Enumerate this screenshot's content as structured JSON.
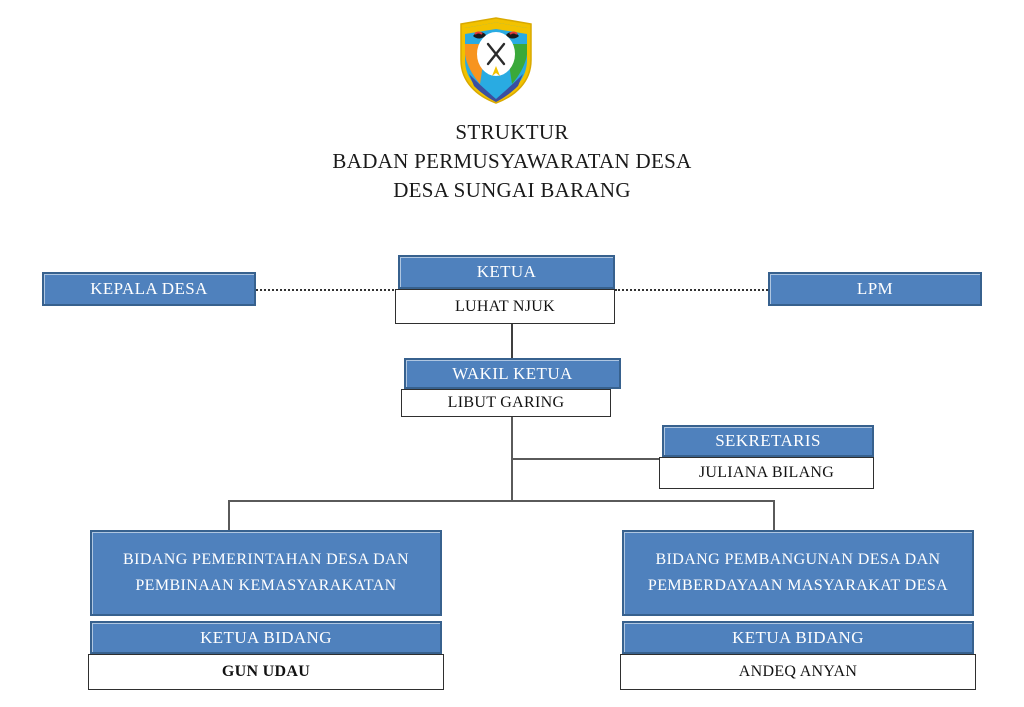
{
  "document": {
    "emblem": {
      "icon": "regional-crest-shield-emblem",
      "colors": {
        "outline": "#f2c200",
        "sky": "#29abe2",
        "green": "#3aa93a",
        "orange": "#f7941e",
        "blue": "#3b4fa0",
        "white": "#ffffff"
      }
    },
    "title": {
      "line1": "STRUKTUR",
      "line2": "BADAN PERMUSYAWARATAN DESA",
      "line3": "DESA SUNGAI BARANG"
    }
  },
  "palette": {
    "header_blue": "#4F81BD",
    "header_border": "#37618E",
    "body_white": "#FFFFFF",
    "body_border": "#2F2F2F",
    "connector": "#5A5A5A",
    "text_light": "#FFFFFF",
    "text_dark": "#111111"
  },
  "nodes": {
    "kepala_desa": {
      "title": "KEPALA DESA",
      "name": null
    },
    "lpm": {
      "title": "LPM",
      "name": null
    },
    "ketua": {
      "title": "KETUA",
      "name": "LUHAT NJUK"
    },
    "wakil_ketua": {
      "title": "WAKIL KETUA",
      "name": "LIBUT GARING"
    },
    "sekretaris": {
      "title": "SEKRETARIS",
      "name": "JULIANA BILANG"
    },
    "bidang_kiri": {
      "title_line1": "BIDANG  PEMERINTAHAN  DESA DAN",
      "title_line2": "PEMBINAAN KEMASYARAKATAN",
      "role": "KETUA BIDANG",
      "name": "GUN UDAU"
    },
    "bidang_kanan": {
      "title_line1": "BIDANG PEMBANGUNAN  DESA  DAN",
      "title_line2": "PEMBERDAYAAN MASYARAKAT DESA",
      "role": "KETUA BIDANG",
      "name": "ANDEQ ANYAN"
    }
  }
}
